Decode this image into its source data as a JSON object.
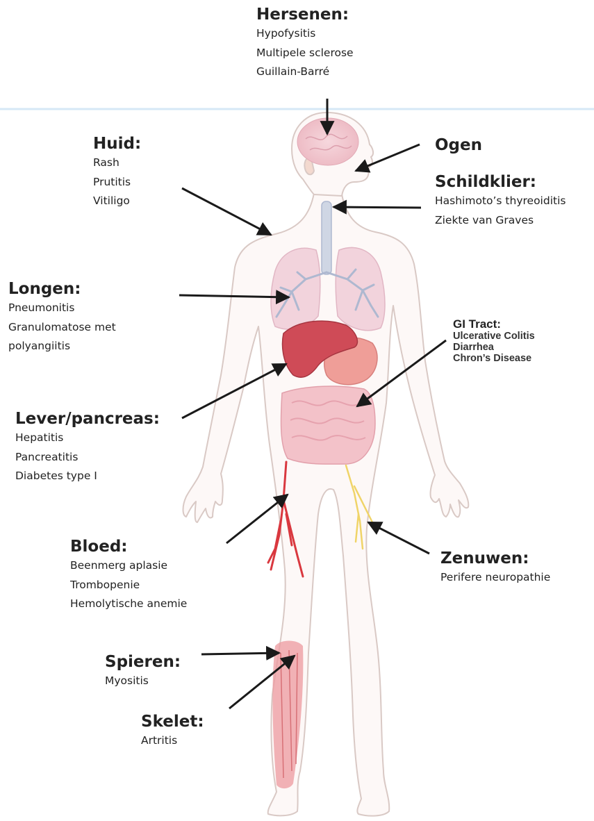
{
  "labels": {
    "hersenen": {
      "title": "Hersenen:",
      "items": [
        "Hypofysitis",
        "Multipele sclerose",
        "Guillain-Barré"
      ]
    },
    "ogen": {
      "title": "Ogen",
      "items": []
    },
    "schildklier": {
      "title": "Schildklier:",
      "items": [
        "Hashimoto’s thyreoiditis",
        "Ziekte van Graves"
      ]
    },
    "huid": {
      "title": "Huid:",
      "items": [
        "Rash",
        "Prutitis",
        "Vitiligo"
      ]
    },
    "longen": {
      "title": "Longen:",
      "items": [
        "Pneumonitis",
        "Granulomatose met",
        "polyangiitis"
      ]
    },
    "gi": {
      "title": "GI Tract:",
      "items": [
        "Ulcerative Colitis",
        "Diarrhea",
        "Chron’s Disease"
      ]
    },
    "lever": {
      "title": "Lever/pancreas:",
      "items": [
        "Hepatitis",
        "Pancreatitis",
        "Diabetes type I"
      ]
    },
    "bloed": {
      "title": "Bloed:",
      "items": [
        "Beenmerg aplasie",
        "Trombopenie",
        "Hemolytische anemie"
      ]
    },
    "zenuwen": {
      "title": "Zenuwen:",
      "items": [
        "Perifere neuropathie"
      ]
    },
    "spieren": {
      "title": "Spieren:",
      "items": [
        "Myositis"
      ]
    },
    "skelet": {
      "title": "Skelet:",
      "items": [
        "Artritis"
      ]
    }
  },
  "colors": {
    "body_outline": "#d9c9c5",
    "body_fill": "#fdf8f7",
    "lungs": "#f2d3dc",
    "airways": "#aeb8d0",
    "liver": "#cf4b57",
    "stomach": "#ef9e98",
    "intestines": "#f3c2c9",
    "arteries": "#d9383f",
    "nerves": "#f0d468",
    "muscle": "#ec9a9f",
    "arrow": "#1a1a1a",
    "divider": "#d6e8f6"
  }
}
